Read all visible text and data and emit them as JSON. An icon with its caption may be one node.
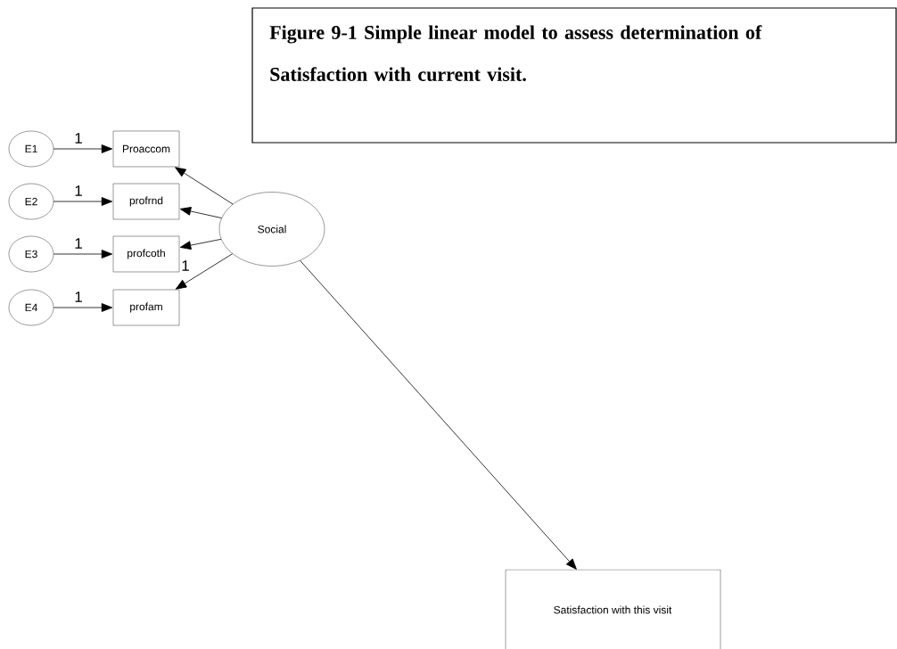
{
  "diagram": {
    "title": "Figure 9-1    Simple linear model to assess determination of Satisfaction with current visit.",
    "nodes": [
      {
        "text": [
          "E1"
        ]
      },
      {
        "text": [
          "E2"
        ]
      },
      {
        "text": [
          "E3"
        ]
      },
      {
        "text": [
          "E4"
        ]
      },
      {
        "text": [
          "Proaccom"
        ]
      },
      {
        "text": [
          "profrnd"
        ]
      },
      {
        "text": [
          "profcoth"
        ]
      },
      {
        "text": [
          "profam"
        ]
      },
      {
        "text": [
          "Social"
        ]
      },
      {
        "text": [
          "Satisfaction with this visit"
        ]
      }
    ],
    "edges": [
      {
        "from": 0,
        "to": 4,
        "arrow": "to",
        "label": "1"
      },
      {
        "from": 1,
        "to": 5,
        "arrow": "to",
        "label": "1"
      },
      {
        "from": 2,
        "to": 6,
        "arrow": "to",
        "label": "1"
      },
      {
        "from": 3,
        "to": 7,
        "arrow": "to",
        "label": "1"
      },
      {
        "from": 8,
        "to": 4,
        "arrow": "to"
      },
      {
        "from": 8,
        "to": 5,
        "arrow": "to"
      },
      {
        "from": 8,
        "to": 6,
        "arrow": "to"
      },
      {
        "from": 8,
        "to": 7,
        "arrow": "to",
        "label": "1"
      },
      {
        "from": 8,
        "to": 9,
        "arrow": "to"
      }
    ]
  }
}
